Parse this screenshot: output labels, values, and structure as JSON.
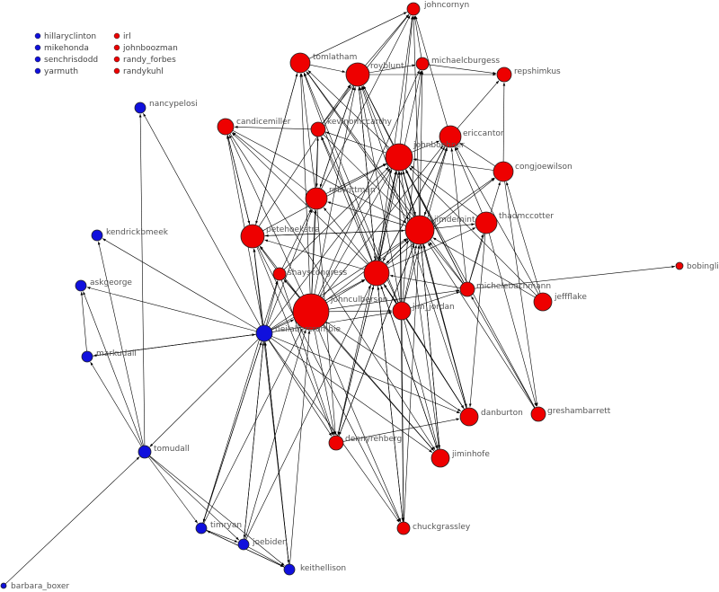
{
  "colors": {
    "red": "#ee0000",
    "blue": "#1010dd",
    "edge": "#000000",
    "label": "#555555"
  },
  "legend": {
    "blue": [
      "hillaryclinton",
      "mikehonda",
      "senchrisdodd",
      "yarmuth"
    ],
    "red": [
      "irl",
      "johnboozman",
      "randy_forbes",
      "randykuhl"
    ]
  },
  "nodes": [
    {
      "id": "johncornyn",
      "label": "johncornyn",
      "party": "red"
    },
    {
      "id": "tomlatham",
      "label": "tomlatham",
      "party": "red"
    },
    {
      "id": "royblunt",
      "label": "royblunt",
      "party": "red"
    },
    {
      "id": "michaelcburgess",
      "label": "michaelcburgess",
      "party": "red"
    },
    {
      "id": "repshimkus",
      "label": "repshimkus",
      "party": "red"
    },
    {
      "id": "candicemiller",
      "label": "candicemiller",
      "party": "red"
    },
    {
      "id": "kevinomccarthy",
      "label": "kevinomccarthy",
      "party": "red"
    },
    {
      "id": "ericcantor",
      "label": "ericcantor",
      "party": "red"
    },
    {
      "id": "johnboehner",
      "label": "johnboehner",
      "party": "red"
    },
    {
      "id": "congjoewilson",
      "label": "congjoewilson",
      "party": "red"
    },
    {
      "id": "robwittman",
      "label": "robwittman",
      "party": "red"
    },
    {
      "id": "jimdemint",
      "label": "jimdemint",
      "party": "red"
    },
    {
      "id": "thadmccotter",
      "label": "thadmccotter",
      "party": "red"
    },
    {
      "id": "petehoekstra",
      "label": "petehoekstra",
      "party": "red"
    },
    {
      "id": "shayscongress",
      "label": "shayscongress",
      "party": "red"
    },
    {
      "id": "mcg",
      "label": "",
      "party": "red"
    },
    {
      "id": "michelebachmann",
      "label": "michelebachmann",
      "party": "red"
    },
    {
      "id": "jeffflake",
      "label": "jeffflake",
      "party": "red"
    },
    {
      "id": "bobinglis",
      "label": "bobinglis",
      "party": "red"
    },
    {
      "id": "johnculberson",
      "label": "johnculberson",
      "party": "red"
    },
    {
      "id": "jim_jordan",
      "label": "jim_jordan",
      "party": "red"
    },
    {
      "id": "danburton",
      "label": "danburton",
      "party": "red"
    },
    {
      "id": "greshambarrett",
      "label": "greshambarrett",
      "party": "red"
    },
    {
      "id": "dennyrehberg",
      "label": "dennyrehberg",
      "party": "red"
    },
    {
      "id": "jiminhofe",
      "label": "jiminhofe",
      "party": "red"
    },
    {
      "id": "chuckgrassley",
      "label": "chuckgrassley",
      "party": "red"
    },
    {
      "id": "nancypelosi",
      "label": "nancypelosi",
      "party": "blue"
    },
    {
      "id": "kendrickbmeek",
      "label": "kendrickbmeek",
      "party": "blue"
    },
    {
      "id": "askgeorge",
      "label": "askgeorge",
      "party": "blue"
    },
    {
      "id": "neilabercrombie",
      "label": "neilabercrombie",
      "party": "blue"
    },
    {
      "id": "markudall",
      "label": "markudall",
      "party": "blue"
    },
    {
      "id": "tomudall",
      "label": "tomudall",
      "party": "blue"
    },
    {
      "id": "timryan",
      "label": "timryan",
      "party": "blue"
    },
    {
      "id": "joebiden",
      "label": "joebiden",
      "party": "blue"
    },
    {
      "id": "keithellison",
      "label": "keithellison",
      "party": "blue"
    },
    {
      "id": "barbara_boxer",
      "label": "barbara_boxer",
      "party": "blue"
    }
  ],
  "edges": [
    [
      "tomlatham",
      "johncornyn"
    ],
    [
      "royblunt",
      "johncornyn"
    ],
    [
      "michaelcburgess",
      "johncornyn"
    ],
    [
      "kevinomccarthy",
      "johncornyn"
    ],
    [
      "johnboehner",
      "johncornyn"
    ],
    [
      "jimdemint",
      "johncornyn"
    ],
    [
      "robwittman",
      "johncornyn"
    ],
    [
      "mcg",
      "johncornyn"
    ],
    [
      "ericcantor",
      "johncornyn"
    ],
    [
      "royblunt",
      "michaelcburgess"
    ],
    [
      "tomlatham",
      "royblunt"
    ],
    [
      "royblunt",
      "repshimkus"
    ],
    [
      "michaelcburgess",
      "repshimkus"
    ],
    [
      "kevinomccarthy",
      "royblunt"
    ],
    [
      "kevinomccarthy",
      "candicemiller"
    ],
    [
      "ericcantor",
      "repshimkus"
    ],
    [
      "johnboehner",
      "ericcantor"
    ],
    [
      "johnboehner",
      "royblunt"
    ],
    [
      "johnboehner",
      "kevinomccarthy"
    ],
    [
      "johnboehner",
      "tomlatham"
    ],
    [
      "jimdemint",
      "johnboehner"
    ],
    [
      "jimdemint",
      "ericcantor"
    ],
    [
      "jimdemint",
      "royblunt"
    ],
    [
      "jimdemint",
      "tomlatham"
    ],
    [
      "jimdemint",
      "michaelcburgess"
    ],
    [
      "jimdemint",
      "congjoewilson"
    ],
    [
      "jimdemint",
      "thadmccotter"
    ],
    [
      "jimdemint",
      "petehoekstra"
    ],
    [
      "jimdemint",
      "robwittman"
    ],
    [
      "robwittman",
      "royblunt"
    ],
    [
      "robwittman",
      "tomlatham"
    ],
    [
      "robwittman",
      "johnboehner"
    ],
    [
      "robwittman",
      "candicemiller"
    ],
    [
      "thadmccotter",
      "johnboehner"
    ],
    [
      "thadmccotter",
      "ericcantor"
    ],
    [
      "congjoewilson",
      "johnboehner"
    ],
    [
      "congjoewilson",
      "ericcantor"
    ],
    [
      "congjoewilson",
      "repshimkus"
    ],
    [
      "petehoekstra",
      "royblunt"
    ],
    [
      "petehoekstra",
      "tomlatham"
    ],
    [
      "petehoekstra",
      "candicemiller"
    ],
    [
      "petehoekstra",
      "johnboehner"
    ],
    [
      "petehoekstra",
      "jimdemint"
    ],
    [
      "mcg",
      "johnboehner"
    ],
    [
      "mcg",
      "royblunt"
    ],
    [
      "mcg",
      "tomlatham"
    ],
    [
      "mcg",
      "kevinomccarthy"
    ],
    [
      "mcg",
      "candicemiller"
    ],
    [
      "mcg",
      "ericcantor"
    ],
    [
      "mcg",
      "michaelcburgess"
    ],
    [
      "mcg",
      "robwittman"
    ],
    [
      "mcg",
      "petehoekstra"
    ],
    [
      "mcg",
      "jimdemint"
    ],
    [
      "mcg",
      "congjoewilson"
    ],
    [
      "mcg",
      "thadmccotter"
    ],
    [
      "shayscongress",
      "petehoekstra"
    ],
    [
      "shayscongress",
      "johnboehner"
    ],
    [
      "shayscongress",
      "robwittman"
    ],
    [
      "michelebachmann",
      "johnboehner"
    ],
    [
      "michelebachmann",
      "jimdemint"
    ],
    [
      "michelebachmann",
      "ericcantor"
    ],
    [
      "michelebachmann",
      "royblunt"
    ],
    [
      "michelebachmann",
      "congjoewilson"
    ],
    [
      "michelebachmann",
      "thadmccotter"
    ],
    [
      "michelebachmann",
      "mcg"
    ],
    [
      "michelebachmann",
      "tomlatham"
    ],
    [
      "michelebachmann",
      "bobinglis"
    ],
    [
      "jeffflake",
      "johnboehner"
    ],
    [
      "jeffflake",
      "congjoewilson"
    ],
    [
      "jeffflake",
      "ericcantor"
    ],
    [
      "jeffflake",
      "jimdemint"
    ],
    [
      "jim_jordan",
      "johnboehner"
    ],
    [
      "jim_jordan",
      "jimdemint"
    ],
    [
      "jim_jordan",
      "ericcantor"
    ],
    [
      "jim_jordan",
      "mcg"
    ],
    [
      "jim_jordan",
      "michelebachmann"
    ],
    [
      "jim_jordan",
      "royblunt"
    ],
    [
      "jim_jordan",
      "kevinomccarthy"
    ],
    [
      "jim_jordan",
      "tomlatham"
    ],
    [
      "jim_jordan",
      "michaelcburgess"
    ],
    [
      "johnculberson",
      "johnboehner"
    ],
    [
      "johnculberson",
      "jimdemint"
    ],
    [
      "johnculberson",
      "mcg"
    ],
    [
      "johnculberson",
      "royblunt"
    ],
    [
      "johnculberson",
      "tomlatham"
    ],
    [
      "johnculberson",
      "petehoekstra"
    ],
    [
      "johnculberson",
      "candicemiller"
    ],
    [
      "johnculberson",
      "kevinomccarthy"
    ],
    [
      "johnculberson",
      "robwittman"
    ],
    [
      "johnculberson",
      "shayscongress"
    ],
    [
      "johnculberson",
      "ericcantor"
    ],
    [
      "johnculberson",
      "michaelcburgess"
    ],
    [
      "johnculberson",
      "michelebachmann"
    ],
    [
      "johnculberson",
      "jim_jordan"
    ],
    [
      "johnculberson",
      "danburton"
    ],
    [
      "johnculberson",
      "dennyrehberg"
    ],
    [
      "johnculberson",
      "jiminhofe"
    ],
    [
      "johnculberson",
      "chuckgrassley"
    ],
    [
      "danburton",
      "jimdemint"
    ],
    [
      "danburton",
      "johnboehner"
    ],
    [
      "danburton",
      "mcg"
    ],
    [
      "danburton",
      "royblunt"
    ],
    [
      "greshambarrett",
      "jimdemint"
    ],
    [
      "greshambarrett",
      "johnboehner"
    ],
    [
      "greshambarrett",
      "michelebachmann"
    ],
    [
      "dennyrehberg",
      "jimdemint"
    ],
    [
      "dennyrehberg",
      "mcg"
    ],
    [
      "dennyrehberg",
      "johnboehner"
    ],
    [
      "dennyrehberg",
      "danburton"
    ],
    [
      "jiminhofe",
      "jimdemint"
    ],
    [
      "jiminhofe",
      "mcg"
    ],
    [
      "jiminhofe",
      "johnboehner"
    ],
    [
      "chuckgrassley",
      "jimdemint"
    ],
    [
      "chuckgrassley",
      "mcg"
    ],
    [
      "chuckgrassley",
      "johnboehner"
    ],
    [
      "congjoewilson",
      "greshambarrett"
    ],
    [
      "thadmccotter",
      "danburton"
    ],
    [
      "thadmccotter",
      "greshambarrett"
    ],
    [
      "jimdemint",
      "jiminhofe"
    ],
    [
      "jimdemint",
      "danburton"
    ],
    [
      "jimdemint",
      "dennyrehberg"
    ],
    [
      "neilabercrombie",
      "nancypelosi"
    ],
    [
      "neilabercrombie",
      "kendrickbmeek"
    ],
    [
      "neilabercrombie",
      "askgeorge"
    ],
    [
      "neilabercrombie",
      "markudall"
    ],
    [
      "neilabercrombie",
      "johnculberson"
    ],
    [
      "neilabercrombie",
      "mcg"
    ],
    [
      "neilabercrombie",
      "shayscongress"
    ],
    [
      "neilabercrombie",
      "petehoekstra"
    ],
    [
      "neilabercrombie",
      "candicemiller"
    ],
    [
      "neilabercrombie",
      "robwittman"
    ],
    [
      "neilabercrombie",
      "jimdemint"
    ],
    [
      "neilabercrombie",
      "johnboehner"
    ],
    [
      "neilabercrombie",
      "danburton"
    ],
    [
      "neilabercrombie",
      "dennyrehberg"
    ],
    [
      "neilabercrombie",
      "jiminhofe"
    ],
    [
      "neilabercrombie",
      "chuckgrassley"
    ],
    [
      "neilabercrombie",
      "jim_jordan"
    ],
    [
      "neilabercrombie",
      "keithellison"
    ],
    [
      "neilabercrombie",
      "joebiden"
    ],
    [
      "neilabercrombie",
      "timryan"
    ],
    [
      "neilabercrombie",
      "tomudall"
    ],
    [
      "candicemiller",
      "petehoekstra"
    ],
    [
      "candicemiller",
      "jimdemint"
    ],
    [
      "tomlatham",
      "petehoekstra"
    ],
    [
      "kevinomccarthy",
      "robwittman"
    ],
    [
      "kevinomccarthy",
      "jimdemint"
    ],
    [
      "royblunt",
      "robwittman"
    ],
    [
      "royblunt",
      "mcg"
    ],
    [
      "ericcantor",
      "mcg"
    ],
    [
      "ericcantor",
      "jimdemint"
    ],
    [
      "johnboehner",
      "mcg"
    ],
    [
      "johnboehner",
      "jimdemint"
    ],
    [
      "jimdemint",
      "mcg"
    ],
    [
      "mcg",
      "jim_jordan"
    ],
    [
      "mcg",
      "danburton"
    ],
    [
      "mcg",
      "dennyrehberg"
    ],
    [
      "mcg",
      "jiminhofe"
    ],
    [
      "mcg",
      "chuckgrassley"
    ],
    [
      "petehoekstra",
      "dennyrehberg"
    ],
    [
      "robwittman",
      "dennyrehberg"
    ],
    [
      "shayscongress",
      "dennyrehberg"
    ],
    [
      "jim_jordan",
      "danburton"
    ],
    [
      "jim_jordan",
      "jiminhofe"
    ],
    [
      "jim_jordan",
      "chuckgrassley"
    ],
    [
      "shayscongress",
      "jiminhofe"
    ],
    [
      "candicemiller",
      "jiminhofe"
    ],
    [
      "petehoekstra",
      "chuckgrassley"
    ],
    [
      "tomudall",
      "nancypelosi"
    ],
    [
      "tomudall",
      "askgeorge"
    ],
    [
      "tomudall",
      "markudall"
    ],
    [
      "tomudall",
      "kendrickbmeek"
    ],
    [
      "tomudall",
      "timryan"
    ],
    [
      "tomudall",
      "joebiden"
    ],
    [
      "tomudall",
      "keithellison"
    ],
    [
      "timryan",
      "joebiden"
    ],
    [
      "timryan",
      "keithellison"
    ],
    [
      "joebiden",
      "keithellison"
    ],
    [
      "keithellison",
      "timryan"
    ],
    [
      "barbara_boxer",
      "tomudall"
    ],
    [
      "markudall",
      "askgeorge"
    ],
    [
      "timryan",
      "neilabercrombie"
    ],
    [
      "joebiden",
      "neilabercrombie"
    ],
    [
      "keithellison",
      "neilabercrombie"
    ],
    [
      "markudall",
      "neilabercrombie"
    ],
    [
      "joebiden",
      "johnculberson"
    ],
    [
      "keithellison",
      "johnculberson"
    ],
    [
      "timryan",
      "johnculberson"
    ],
    [
      "joebiden",
      "mcg"
    ],
    [
      "keithellison",
      "petehoekstra"
    ],
    [
      "timryan",
      "shayscongress"
    ]
  ]
}
